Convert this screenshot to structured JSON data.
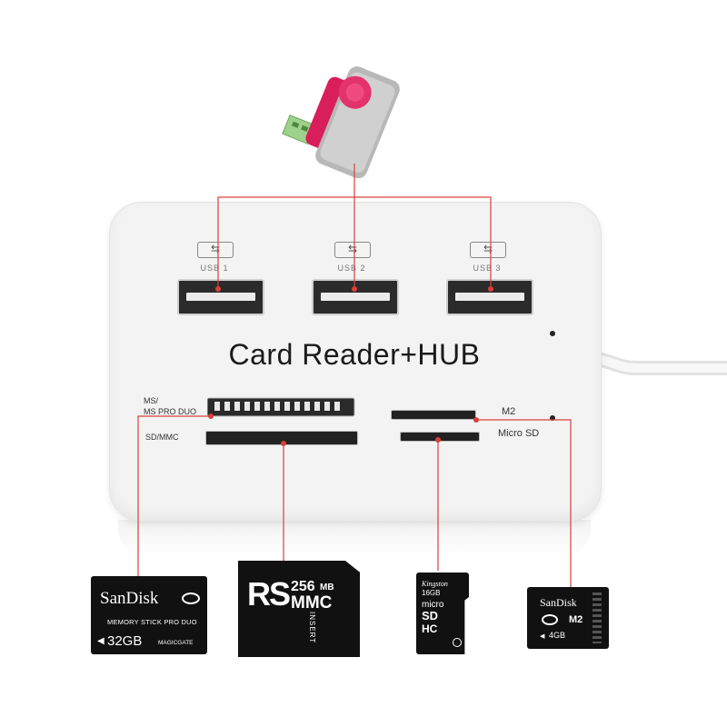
{
  "product": {
    "title": "Card Reader+HUB",
    "usb_ports": [
      "USB 1",
      "USB 2",
      "USB 3"
    ],
    "slot_labels": {
      "ms_line1": "MS/",
      "ms_line2": "MS PRO DUO",
      "sd": "SD/MMC",
      "m2": "M2",
      "microsd": "Micro SD"
    }
  },
  "cards": {
    "ms_pro_duo": {
      "brand": "SanDisk",
      "name": "MEMORY STICK PRO DUO",
      "capacity": "32GB",
      "sub": "MAGICGATE"
    },
    "rs_mmc": {
      "logo": "RS",
      "size": "256",
      "unit": "MB",
      "type": "MMC",
      "insert": "INSERT"
    },
    "micro_sd": {
      "brand": "Kingston",
      "capacity": "16GB",
      "logo_line1": "micro",
      "logo_line2": "SD",
      "logo_line3": "HC"
    },
    "m2": {
      "brand": "SanDisk",
      "type": "M2",
      "capacity": "4GB"
    }
  },
  "colors": {
    "leader_line": "#d9403a",
    "flash_drive": "#d81e5b",
    "hub_body": "#f3f3f3"
  },
  "icons": [
    "usb-icon",
    "flash-drive-icon"
  ]
}
